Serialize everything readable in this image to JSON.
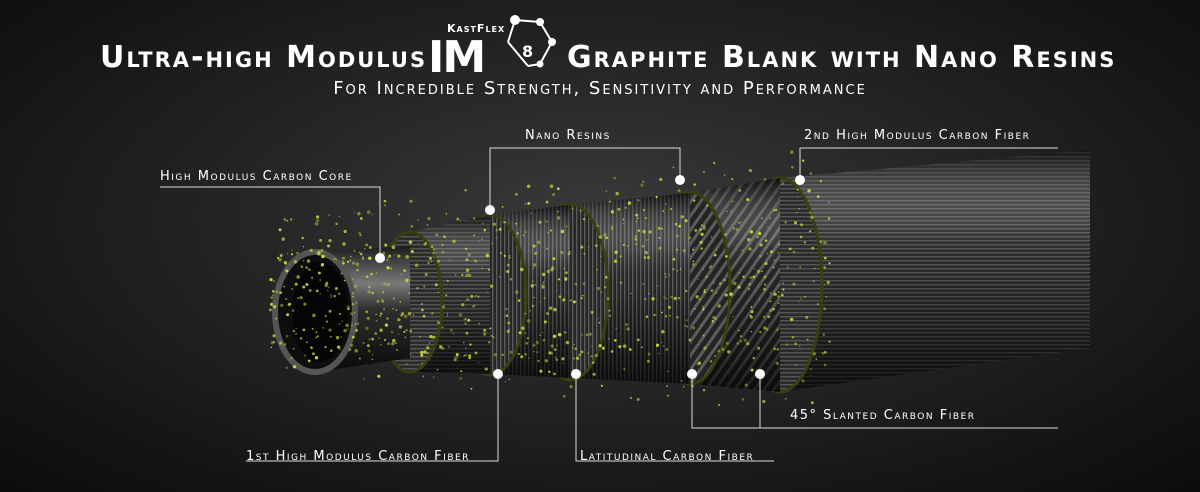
{
  "title": {
    "left": "Ultra-high Modulus",
    "right": "Graphite Blank with Nano Resins"
  },
  "logo": {
    "brand": "KastFlex",
    "mark": "IM",
    "number": "8"
  },
  "subtitle": "For Incredible Strength, Sensitivity and Performance",
  "labels": {
    "nano_resins": "Nano Resins",
    "second_fiber": "2nd High Modulus Carbon Fiber",
    "core": "High Modulus Carbon Core",
    "slanted": "45° Slanted Carbon Fiber",
    "first_fiber": "1st High Modulus Carbon Fiber",
    "latitudinal": "Latitudinal Carbon Fiber"
  },
  "colors": {
    "accent": "#c8d23a",
    "text": "#ffffff",
    "line": "#dddddd"
  }
}
